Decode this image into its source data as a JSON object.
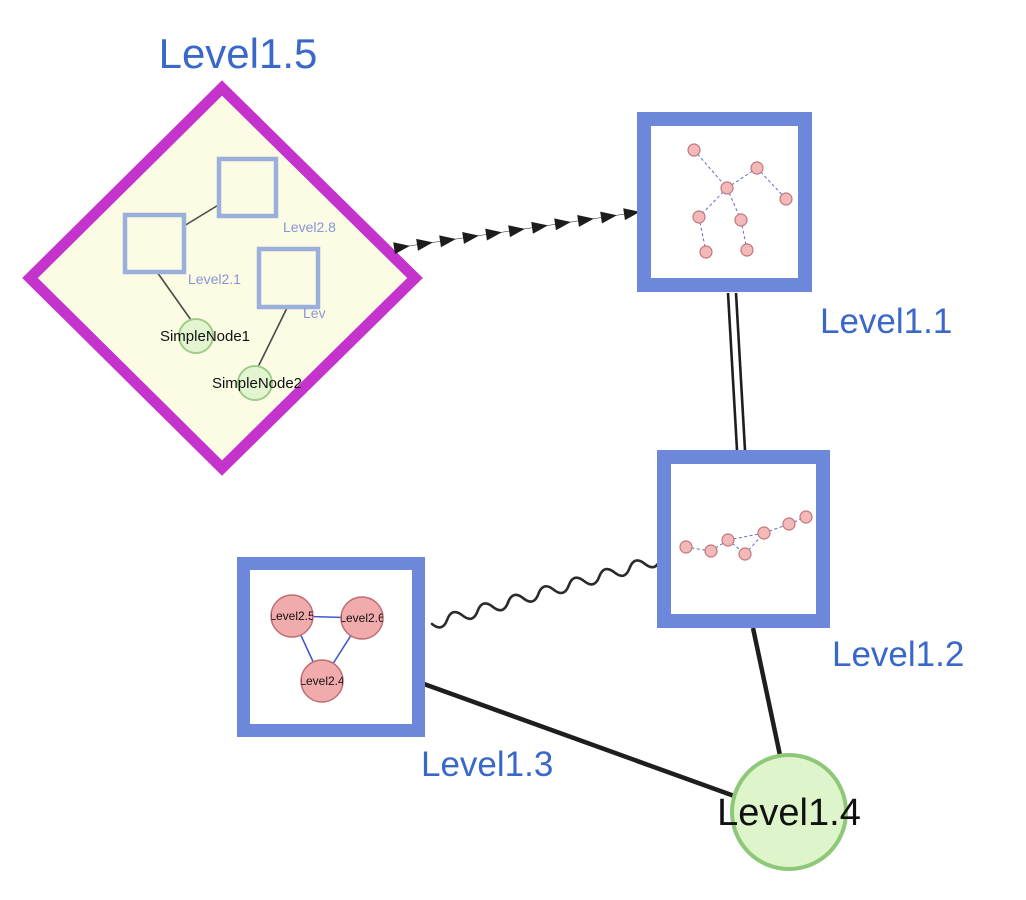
{
  "diagram": {
    "type": "nested-graph",
    "colors": {
      "label_blue": "#3a68c8",
      "group_border_blue": "#6d87da",
      "diamond_border_magenta": "#c433cc",
      "diamond_fill": "#fbfce3",
      "inner_square_border": "#9bafdc",
      "inner_label_blue": "#8795d8",
      "green_node_fill": "#e3f5d0",
      "green_node_border": "#a0cc8a",
      "level1_4_fill": "#def4ca",
      "level1_4_border": "#8cc878",
      "pink_node_fill": "#f3b8b8",
      "pink_node_border": "#c2767b",
      "edge_black": "#1e1e1e",
      "inner_edge_blue": "#5b6fd4",
      "text_black": "#111111"
    },
    "groups": {
      "level1_5": {
        "label": "Level1.5",
        "shape": "diamond"
      },
      "level1_1": {
        "label": "Level1.1",
        "shape": "rectangle"
      },
      "level1_2": {
        "label": "Level1.2",
        "shape": "rectangle"
      },
      "level1_3": {
        "label": "Level1.3",
        "shape": "rectangle"
      }
    },
    "nodes": {
      "level1_4": {
        "label": "Level1.4",
        "shape": "circle"
      },
      "level2_8": {
        "label": "Level2.8"
      },
      "level2_1": {
        "label": "Level2.1"
      },
      "level2_truncated": {
        "label": "Lev"
      },
      "simple_node_1": {
        "label": "SimpleNode1"
      },
      "simple_node_2": {
        "label": "SimpleNode2"
      },
      "level2_5": {
        "label": "Level2.5"
      },
      "level2_6": {
        "label": "Level2.6"
      },
      "level2_4": {
        "label": "Level2.4"
      }
    },
    "edges": [
      {
        "from": "Level1.5",
        "to": "Level1.1",
        "style": "dashed-arrowhead-chain"
      },
      {
        "from": "Level1.1",
        "to": "Level1.2",
        "style": "double-parallel-line"
      },
      {
        "from": "Level1.3",
        "to": "Level1.2",
        "style": "wavy"
      },
      {
        "from": "Level1.3",
        "to": "Level1.4",
        "style": "solid"
      },
      {
        "from": "Level1.2",
        "to": "Level1.4",
        "style": "solid"
      }
    ]
  }
}
